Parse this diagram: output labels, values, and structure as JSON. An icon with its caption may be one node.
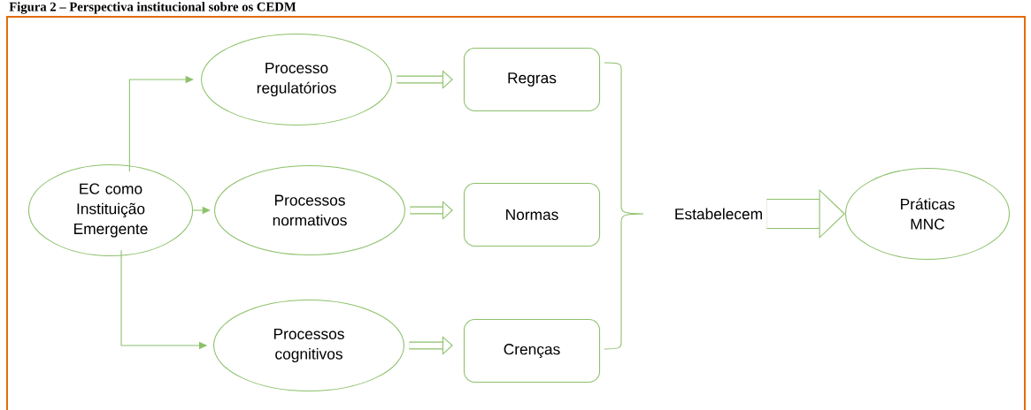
{
  "diagram": {
    "title": "Figura 2 – Perspectiva institucional sobre os CEDM",
    "nodes": [
      {
        "text": [
          "EC como Instituição Emergente"
        ]
      },
      {
        "text": [
          "Processo regulatórios"
        ]
      },
      {
        "text": [
          "Processos normativos"
        ]
      },
      {
        "text": [
          "Processos cognitivos"
        ]
      },
      {
        "text": [
          "Regras"
        ]
      },
      {
        "text": [
          "Normas"
        ]
      },
      {
        "text": [
          "Crenças"
        ]
      },
      {
        "text": [
          "Estabelecem"
        ]
      },
      {
        "text": [
          "Práticas MNC"
        ]
      }
    ],
    "edges": [
      {
        "from": 0,
        "to": 1,
        "arrow": "to"
      },
      {
        "from": 0,
        "to": 2,
        "arrow": "to"
      },
      {
        "from": 0,
        "to": 3,
        "arrow": "to"
      },
      {
        "from": 1,
        "to": 4,
        "arrow": "to"
      },
      {
        "from": 2,
        "to": 5,
        "arrow": "to"
      },
      {
        "from": 3,
        "to": 6,
        "arrow": "to"
      },
      {
        "from": 7,
        "to": 8,
        "arrow": "to",
        "style": "thick"
      }
    ]
  }
}
